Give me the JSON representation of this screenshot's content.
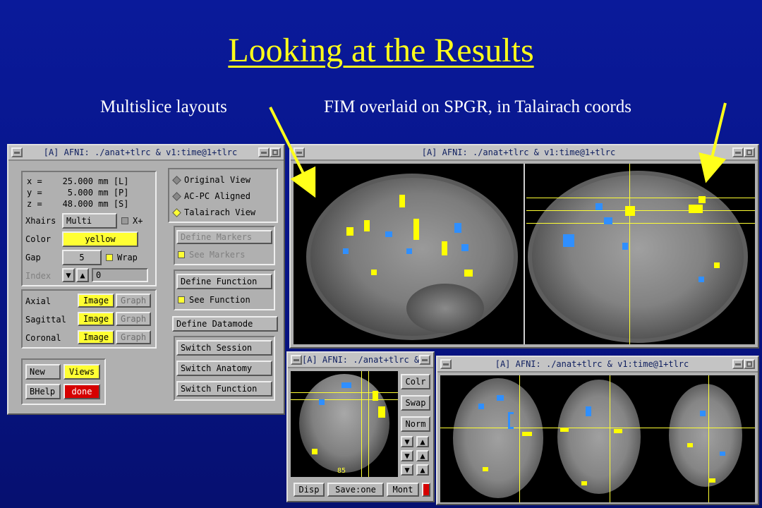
{
  "slide": {
    "title": "Looking at the Results",
    "caption_left": "Multislice layouts",
    "caption_right": "FIM overlaid on SPGR, in Talairach coords"
  },
  "afni_main": {
    "title": "[A] AFNI: ./anat+tlrc & v1:time@1+tlrc",
    "coords": {
      "x": "x =    25.000 mm [L]",
      "y": "y =     5.000 mm [P]",
      "z": "z =    48.000 mm [S]"
    },
    "xhairs_label": "Xhairs",
    "xhairs_value": "Multi",
    "xplus_label": "X+",
    "color_label": "Color",
    "color_value": "yellow",
    "gap_label": "Gap",
    "gap_value": "5",
    "wrap_label": "Wrap",
    "index_label": "Index",
    "index_value": "0",
    "views": [
      {
        "label": "Axial",
        "image": "Image",
        "graph": "Graph"
      },
      {
        "label": "Sagittal",
        "image": "Image",
        "graph": "Graph"
      },
      {
        "label": "Coronal",
        "image": "Image",
        "graph": "Graph"
      }
    ],
    "new_label": "New",
    "views_label": "Views",
    "bhelp_label": "BHelp",
    "done_label": "done",
    "view_modes": [
      "Original View",
      "AC-PC Aligned",
      "Talairach View"
    ],
    "selected_view_mode": "Talairach View",
    "define_markers": "Define Markers",
    "see_markers": "See Markers",
    "define_function": "Define Function",
    "see_function": "See Function",
    "define_datamode": "Define Datamode",
    "switch_session": "Switch Session",
    "switch_anatomy": "Switch Anatomy",
    "switch_function": "Switch Function"
  },
  "sagittal_window": {
    "title": "[A] AFNI: ./anat+tlrc & v1:time@1+tlrc"
  },
  "coronal_window": {
    "title": "[A] AFNI: ./anat+tlrc & v",
    "colr_label": "Colr",
    "swap_label": "Swap",
    "norm_label": "Norm",
    "slice_number": "85",
    "disp_label": "Disp",
    "save_label": "Save:one",
    "mont_label": "Mont"
  },
  "axial_window": {
    "title": "[A] AFNI: ./anat+tlrc & v1:time@1+tlrc"
  },
  "colors": {
    "accent_yellow": "#ffff33",
    "done_red": "#d60000",
    "activation_blue": "#2f8fff",
    "activation_yellow": "#ffff00"
  }
}
